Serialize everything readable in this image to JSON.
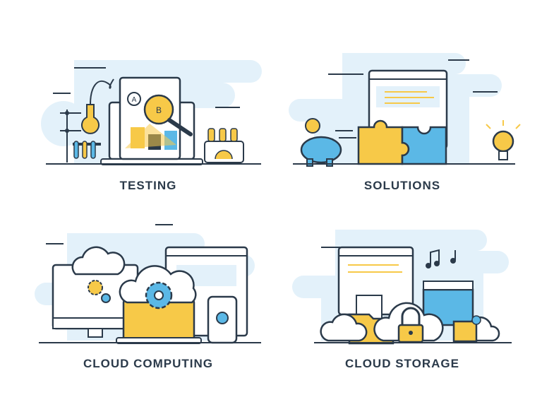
{
  "panels": [
    {
      "title": "TESTING",
      "icon": "testing-illustration"
    },
    {
      "title": "SOLUTIONS",
      "icon": "solutions-illustration"
    },
    {
      "title": "CLOUD COMPUTING",
      "icon": "cloud-computing-illustration"
    },
    {
      "title": "CLOUD STORAGE",
      "icon": "cloud-storage-illustration"
    }
  ],
  "labels": {
    "option_a": "A",
    "option_b": "B"
  },
  "colors": {
    "outline": "#2b3a4a",
    "accent_yellow": "#f7c948",
    "accent_blue": "#5bb8e6",
    "bg_blob": "#e3f1fa",
    "paper": "#ffffff"
  }
}
